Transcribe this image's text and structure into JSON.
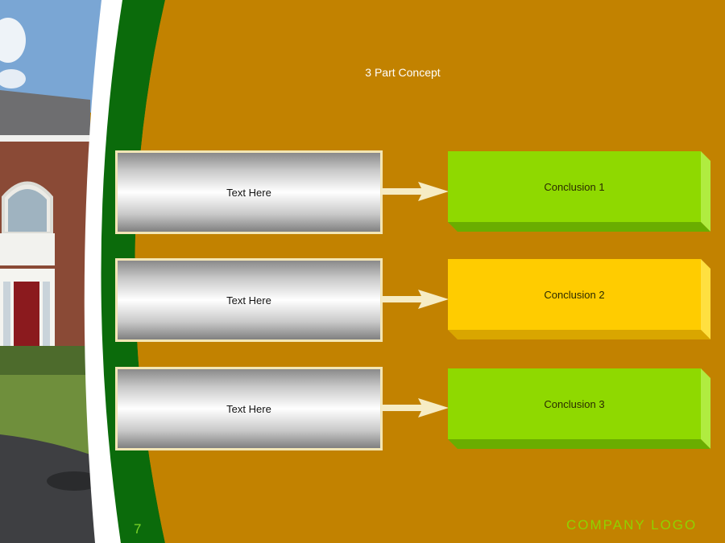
{
  "slide": {
    "title": "3 Part Concept",
    "page_number": "7",
    "company_logo": "COMPANY LOGO"
  },
  "rows": [
    {
      "text": "Text Here",
      "conclusion": "Conclusion 1",
      "color": "#8fd900",
      "shade": "#6aad00",
      "side": "#b0ec40"
    },
    {
      "text": "Text Here",
      "conclusion": "Conclusion 2",
      "color": "#ffcc00",
      "shade": "#d9a600",
      "side": "#ffe040"
    },
    {
      "text": "Text Here",
      "conclusion": "Conclusion 3",
      "color": "#8fd900",
      "shade": "#6aad00",
      "side": "#b0ec40"
    }
  ],
  "colors": {
    "background": "#c28200",
    "green_band": "#0b6b0b",
    "white_band": "#ffffff",
    "box_border": "#f3e6b5",
    "arrow": "#f6ecc4"
  }
}
